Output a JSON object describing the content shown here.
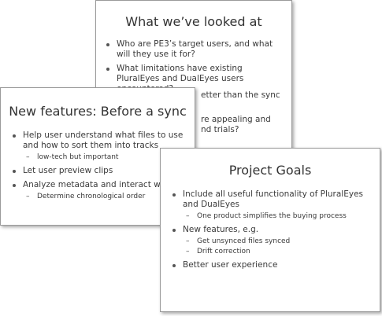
{
  "slides": {
    "back": {
      "title": "What we’ve looked at",
      "bullets": [
        "Who are PE3’s target users, and what will they use it for?",
        "What limitations have existing PluralEyes and DualEyes users encountered?",
        "etter than the sync",
        "re appealing and",
        "nd trials?"
      ]
    },
    "left": {
      "title": "New features: Before a sync",
      "bullets": [
        {
          "text": "Help user understand what files to use and how to sort them into tracks",
          "subs": [
            "low-tech but important"
          ]
        },
        {
          "text": "Let user preview clips",
          "subs": []
        },
        {
          "text": "Analyze metadata and interact with",
          "subs": [
            "Determine chronological order"
          ]
        }
      ]
    },
    "right": {
      "title": "Project Goals",
      "bullets": [
        {
          "text": "Include all useful functionality of PluralEyes and DualEyes",
          "subs": [
            "One product simplifies the buying process"
          ]
        },
        {
          "text": "New features, e.g.",
          "subs": [
            "Get unsynced files synced",
            "Drift correction"
          ]
        },
        {
          "text": "Better user experience",
          "subs": []
        }
      ]
    }
  },
  "symbols": {
    "dash": "–"
  }
}
